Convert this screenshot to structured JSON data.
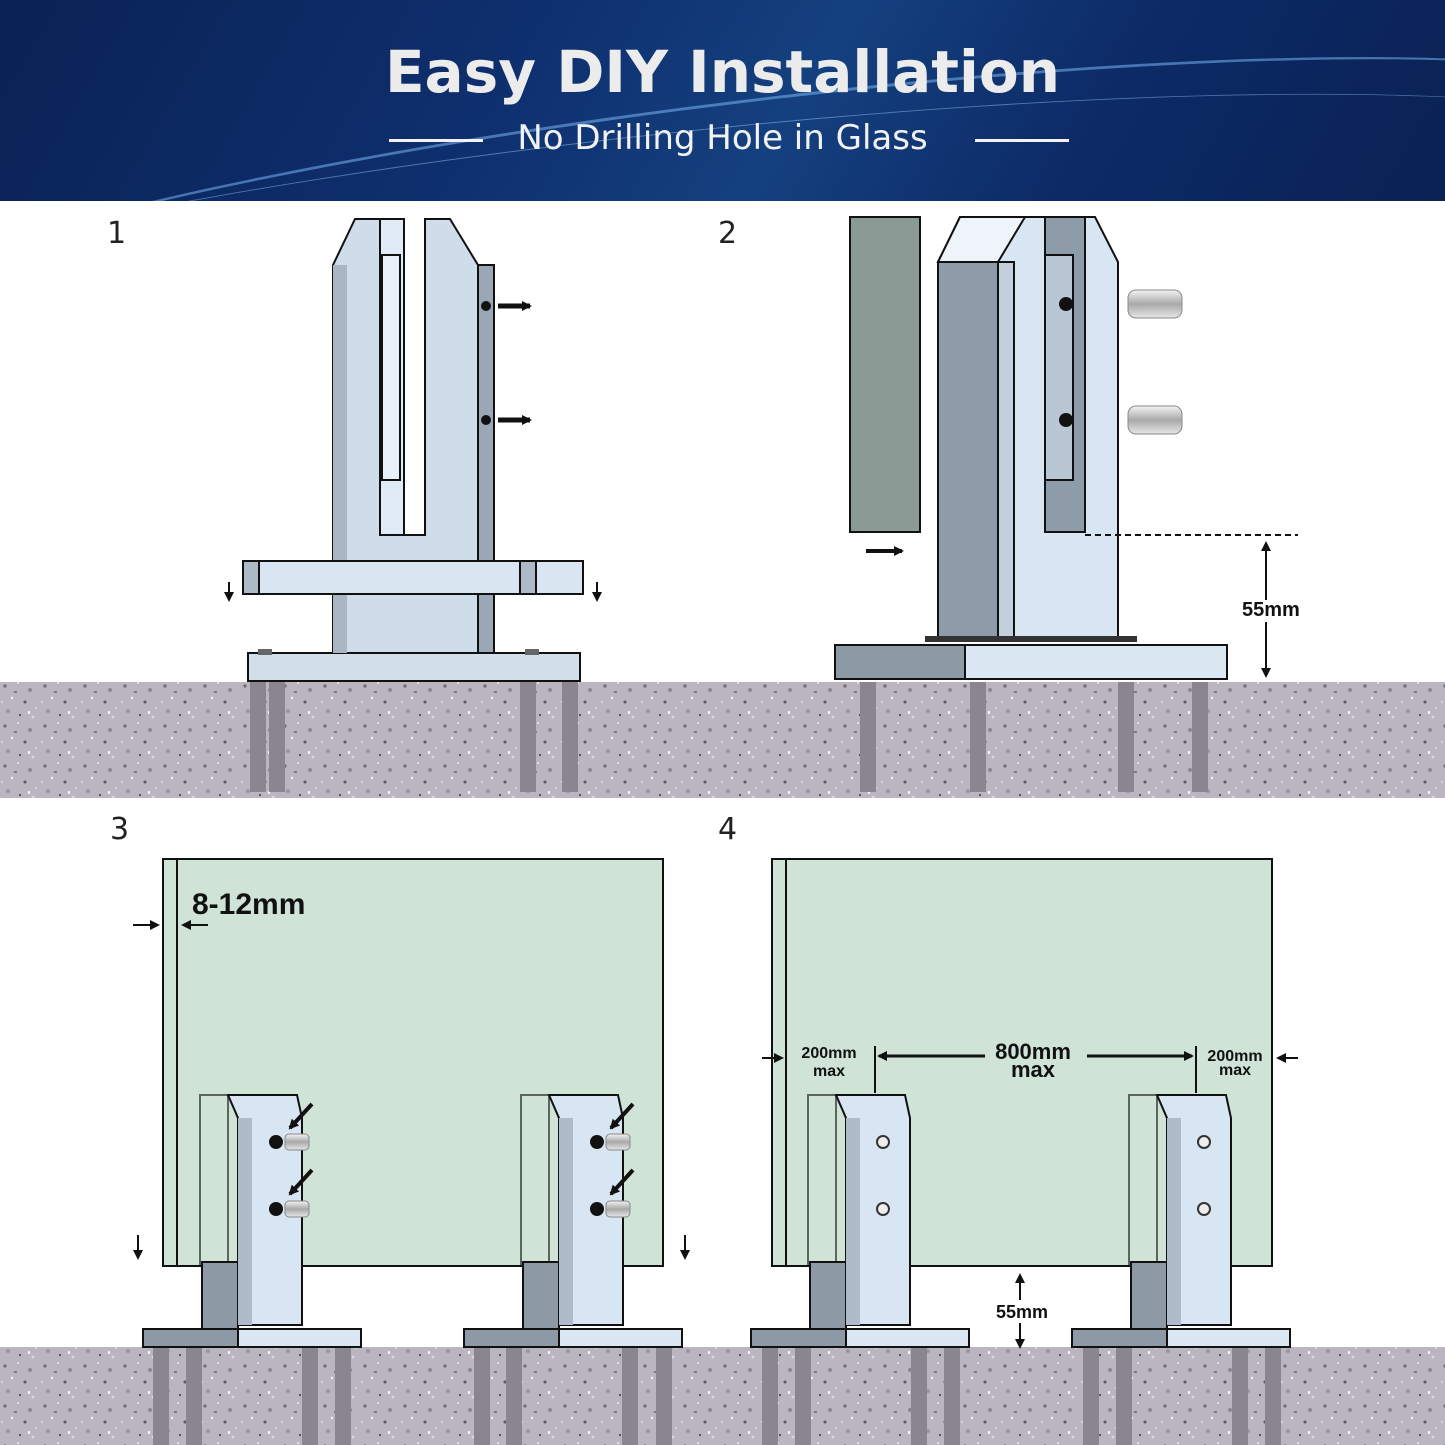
{
  "header": {
    "title": "Easy DIY Installation",
    "subtitle": "No Drilling Hole in Glass"
  },
  "steps": [
    {
      "number": "1"
    },
    {
      "number": "2",
      "height_label": "55mm"
    },
    {
      "number": "3",
      "glass_thickness_label": "8-12mm"
    },
    {
      "number": "4",
      "edge_label_left": "200mm",
      "edge_label_left_sub": "max",
      "spacing_label": "800mm",
      "spacing_label_sub": "max",
      "edge_label_right": "200mm",
      "edge_label_right_sub": "max",
      "height_label": "55mm"
    }
  ],
  "colors": {
    "banner_dark": "#0a2254",
    "banner_mid": "#15407f",
    "steel_light": "#d7e4f2",
    "steel_dark": "#8d9aa6",
    "glass": "#cfe3d6",
    "ground": "#bdb7c0",
    "outline": "#111111"
  }
}
